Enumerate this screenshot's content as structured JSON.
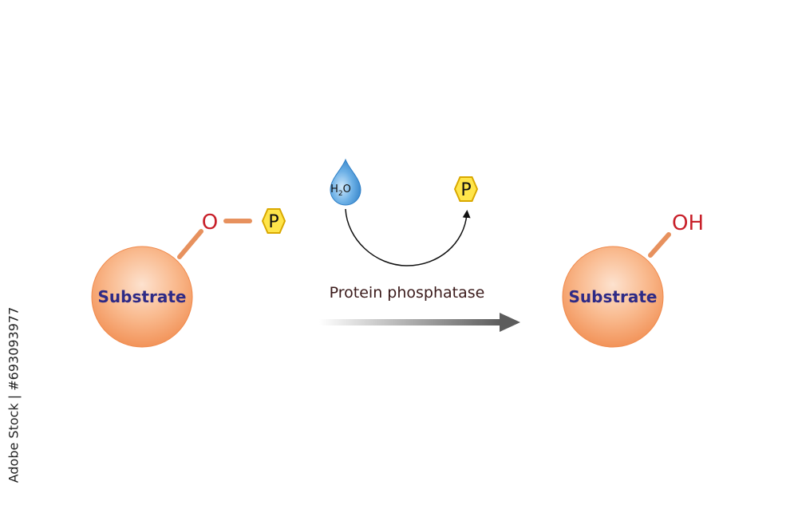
{
  "reactant": {
    "substrate_label": "Substrate",
    "oxygen_label": "O",
    "phosphate_label": "P"
  },
  "enzyme": {
    "label": "Protein phosphatase",
    "water_main": "H",
    "water_sub": "2",
    "water_end": "O",
    "released_phosphate_label": "P"
  },
  "product": {
    "substrate_label": "Substrate",
    "hydroxyl_label": "OH"
  },
  "watermark": {
    "stock_id": "Adobe Stock | #693093977"
  },
  "colors": {
    "sphere_fill": "#f7a06a",
    "sphere_highlight": "#fde2cf",
    "bond": "#e7915e",
    "atom_text": "#c8202a",
    "phosphate_fill": "#ffe54a",
    "phosphate_stroke": "#d9a800",
    "water_drop": "#3f8fd2",
    "arrow_gray": "#6d6d6d"
  }
}
